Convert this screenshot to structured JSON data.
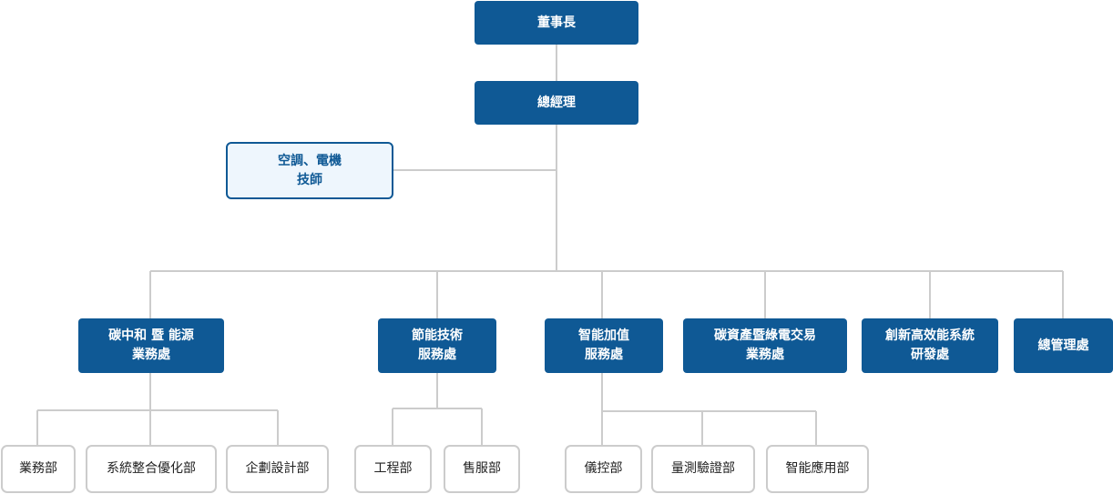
{
  "chairman": "董事長",
  "gm": "總經理",
  "advisor": {
    "line1": "空調、電機",
    "line2": "技師"
  },
  "divisions": [
    {
      "line1": "碳中和 暨 能源",
      "line2": "業務處"
    },
    {
      "line1": "節能技術",
      "line2": "服務處"
    },
    {
      "line1": "智能加值",
      "line2": "服務處"
    },
    {
      "line1": "碳資產暨綠電交易",
      "line2": "業務處"
    },
    {
      "line1": "創新高效能系統",
      "line2": "研發處"
    },
    {
      "line1": "總管理處"
    }
  ],
  "departments": {
    "carbon_energy": [
      "業務部",
      "系統整合優化部",
      "企劃設計部"
    ],
    "energy_saving": [
      "工程部",
      "售服部"
    ],
    "smart_value": [
      "儀控部",
      "量測驗證部",
      "智能應用部"
    ]
  }
}
